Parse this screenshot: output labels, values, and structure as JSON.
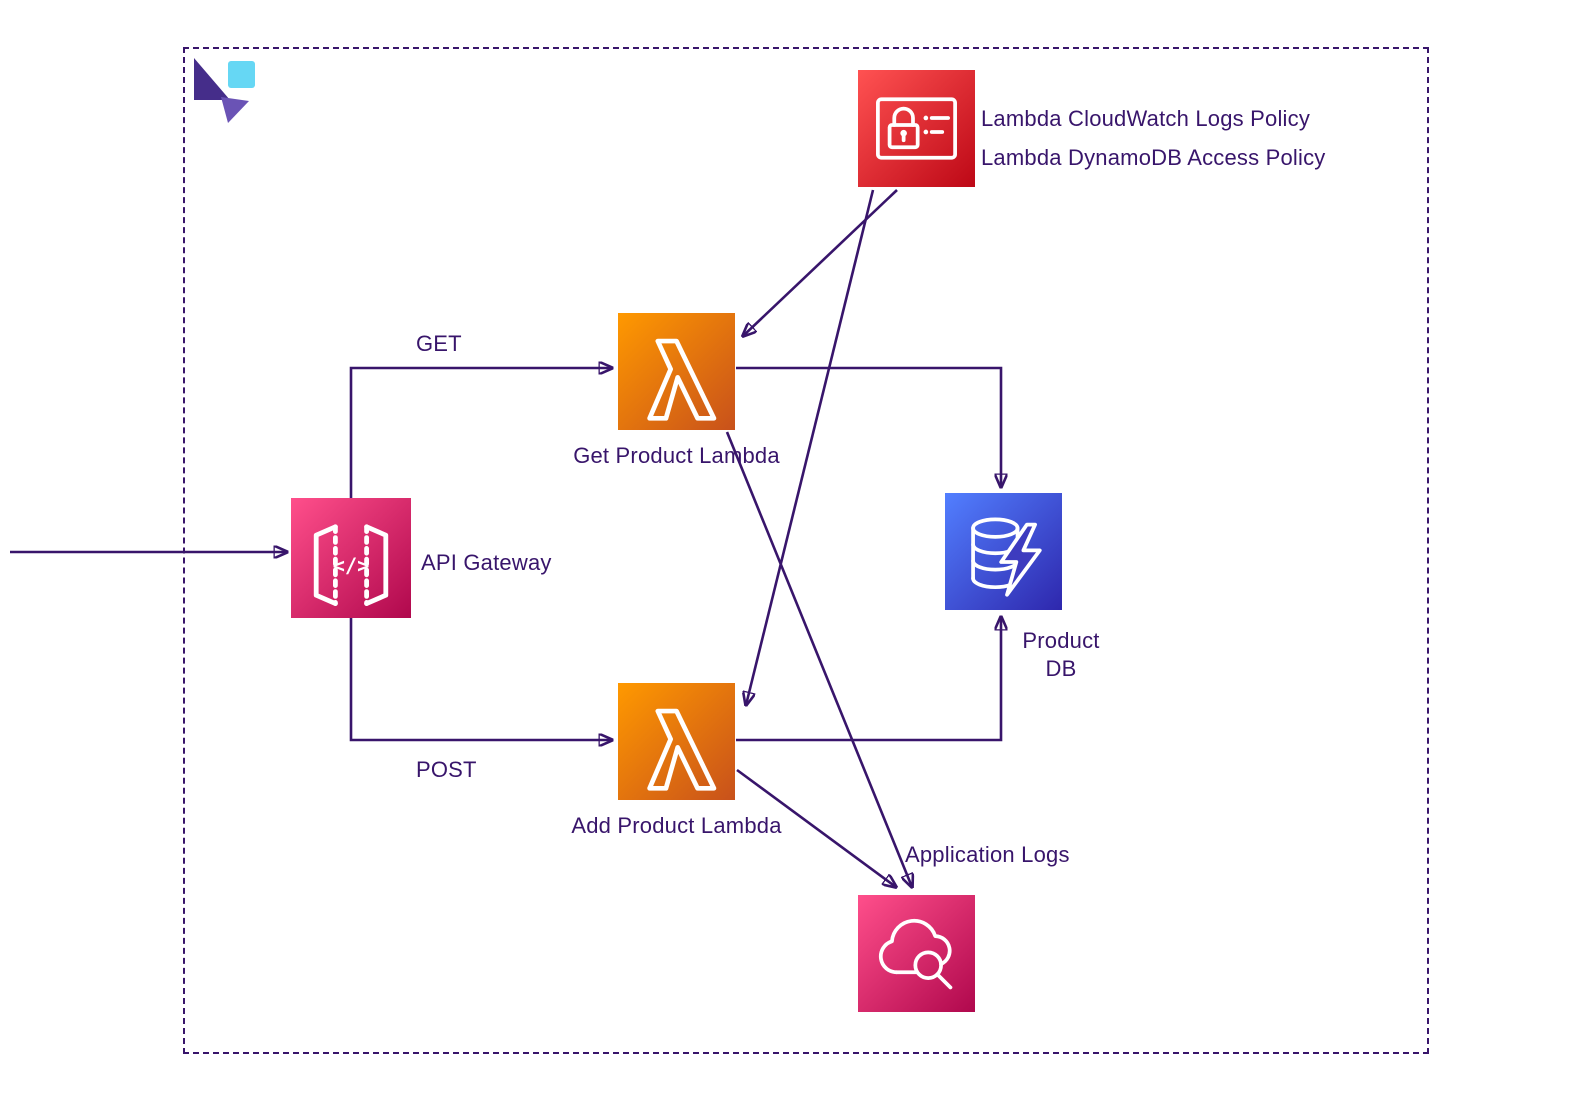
{
  "meta": {
    "type": "aws-serverless-architecture-diagram"
  },
  "colors": {
    "line": "#38156b",
    "text": "#38156b",
    "frame_border": "#38156b",
    "lambda_gradient_start": "#ff9900",
    "lambda_gradient_end": "#c8511b",
    "api_gateway_gradient_start": "#ff4f8b",
    "api_gateway_gradient_end": "#b0084d",
    "dynamodb_gradient_start": "#527fff",
    "dynamodb_gradient_end": "#2e27ad",
    "iam_policy_gradient_start": "#ff5252",
    "iam_policy_gradient_end": "#bd0816",
    "cloudwatch_gradient_start": "#ff4f8b",
    "cloudwatch_gradient_end": "#b0084d",
    "logo_cyan": "#66d7f4",
    "logo_purple": "#452d8a"
  },
  "nodes": {
    "iam_policy": {
      "icon": "id-card-lock-icon",
      "line1": "Lambda CloudWatch Logs Policy",
      "line2": "Lambda DynamoDB Access Policy"
    },
    "get_lambda": {
      "icon": "lambda-icon",
      "label": "Get Product Lambda"
    },
    "api_gateway": {
      "icon": "api-gateway-brackets-icon",
      "label": "API Gateway"
    },
    "add_lambda": {
      "icon": "lambda-icon",
      "label": "Add Product Lambda"
    },
    "product_db": {
      "icon": "database-lightning-icon",
      "line1": "Product",
      "line2": "DB"
    },
    "app_logs": {
      "icon": "cloud-magnifier-icon",
      "label": "Application Logs"
    }
  },
  "edge_labels": {
    "get": "GET",
    "post": "POST"
  }
}
